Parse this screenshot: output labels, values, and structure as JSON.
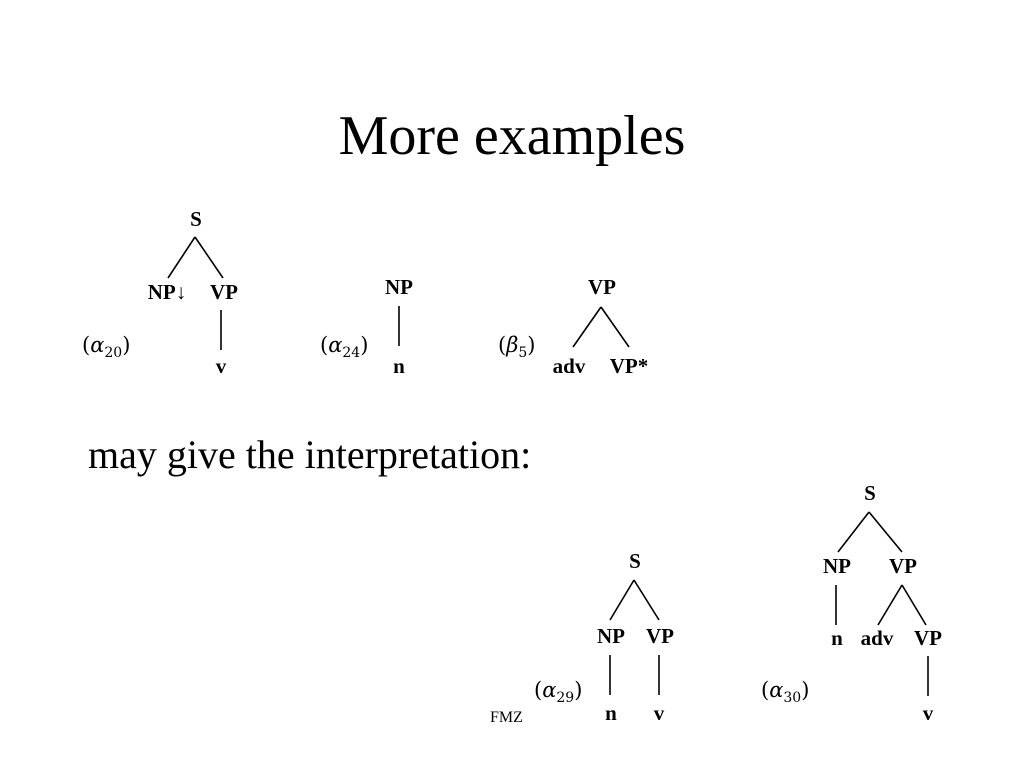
{
  "slide": {
    "title": "More examples",
    "body_text": "may give the interpretation:",
    "footer": "FMZ"
  },
  "trees": [
    {
      "label": {
        "open": "(",
        "greek": "α",
        "sub": "20",
        "close": ")"
      },
      "nodes": {
        "root": "S",
        "np": "NP↓",
        "vp": "VP",
        "v": "v"
      }
    },
    {
      "label": {
        "open": "(",
        "greek": "α",
        "sub": "24",
        "close": ")"
      },
      "nodes": {
        "np": "NP",
        "n": "n"
      }
    },
    {
      "label": {
        "open": "(",
        "greek": "β",
        "sub": "5",
        "close": ")"
      },
      "nodes": {
        "vp": "VP",
        "adv": "adv",
        "vpstar": "VP*"
      }
    },
    {
      "label": {
        "open": "(",
        "greek": "α",
        "sub": "29",
        "close": ")"
      },
      "nodes": {
        "root": "S",
        "np": "NP",
        "vp": "VP",
        "n": "n",
        "v": "v"
      }
    },
    {
      "label": {
        "open": "(",
        "greek": "α",
        "sub": "30",
        "close": ")"
      },
      "nodes": {
        "root": "S",
        "np": "NP",
        "vp": "VP",
        "n": "n",
        "adv": "adv",
        "vp2": "VP",
        "v": "v"
      }
    }
  ]
}
